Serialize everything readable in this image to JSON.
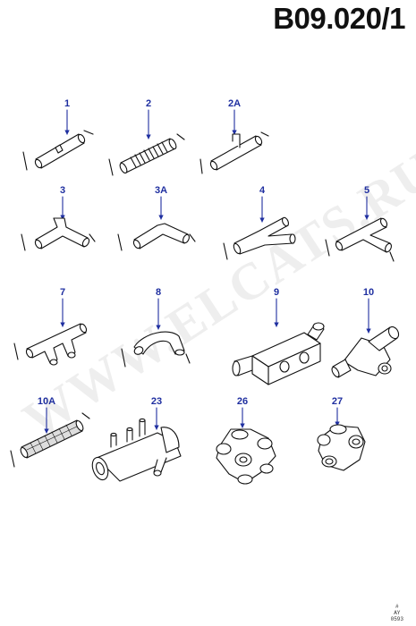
{
  "header": {
    "page_ref": "B09.020/1"
  },
  "watermark": "WWW.ELCATS.RU",
  "footer": {
    "code_lines": [
      "#",
      "AY",
      "0593"
    ]
  },
  "colors": {
    "callout": "#1f2fa0",
    "line": "#111111",
    "part_fill": "#ffffff"
  },
  "parts": [
    {
      "label": "1"
    },
    {
      "label": "2"
    },
    {
      "label": "2A"
    },
    {
      "label": "3"
    },
    {
      "label": "3A"
    },
    {
      "label": "4"
    },
    {
      "label": "5"
    },
    {
      "label": "7"
    },
    {
      "label": "8"
    },
    {
      "label": "9"
    },
    {
      "label": "10"
    },
    {
      "label": "10A"
    },
    {
      "label": "23"
    },
    {
      "label": "26"
    },
    {
      "label": "27"
    }
  ]
}
